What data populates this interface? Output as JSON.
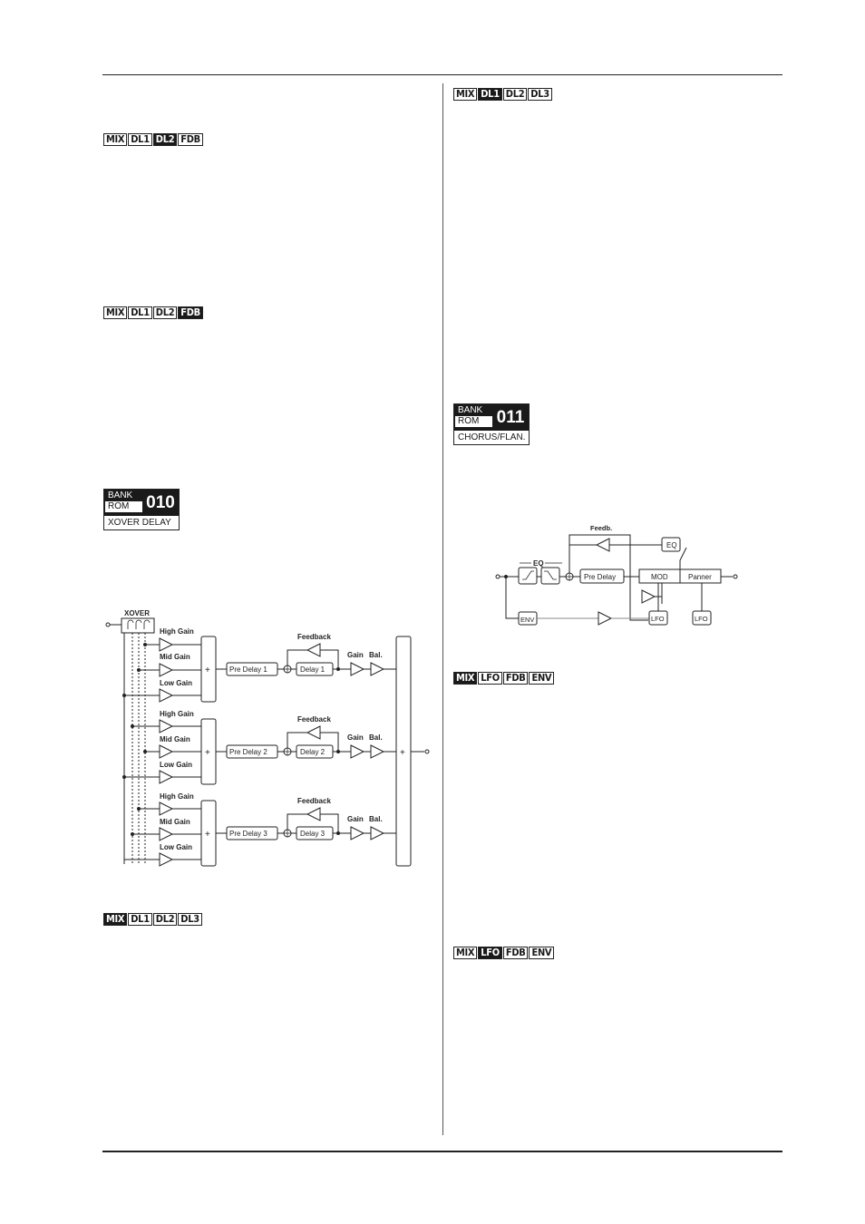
{
  "tabs_dl2": [
    "MIX",
    "DL1",
    "DL2",
    "FDB"
  ],
  "tabs_fdb": [
    "MIX",
    "DL1",
    "DL2",
    "FDB"
  ],
  "tabs_mix_left": [
    "MIX",
    "DL1",
    "DL2",
    "DL3"
  ],
  "tabs_dl1_right": [
    "MIX",
    "DL1",
    "DL2",
    "DL3"
  ],
  "tabs_mix_right": [
    "MIX",
    "LFO",
    "FDB",
    "ENV"
  ],
  "tabs_lfo_right": [
    "MIX",
    "LFO",
    "FDB",
    "ENV"
  ],
  "bank_010": {
    "bank": "BANK",
    "rom": "ROM",
    "number": "010",
    "name": "XOVER DELAY"
  },
  "bank_011": {
    "bank": "BANK",
    "rom": "ROM",
    "number": "011",
    "name": "CHORUS/FLAN."
  },
  "xover": {
    "title": "XOVER",
    "high_gain": "High Gain",
    "mid_gain": "Mid Gain",
    "low_gain": "Low Gain",
    "feedback": "Feedback",
    "gain": "Gain",
    "bal": "Bal.",
    "plus": "+",
    "pre_delays": [
      "Pre Delay 1",
      "Pre Delay 2",
      "Pre Delay 3"
    ],
    "delays": [
      "Delay 1",
      "Delay 2",
      "Delay 3"
    ]
  },
  "chorus": {
    "feedb": "Feedb.",
    "eq_top": "EQ",
    "eq_box": "EQ",
    "pre_delay": "Pre Delay",
    "mod": "MOD",
    "panner": "Panner",
    "env": "ENV",
    "lfo1": "LFO",
    "lfo2": "LFO"
  }
}
